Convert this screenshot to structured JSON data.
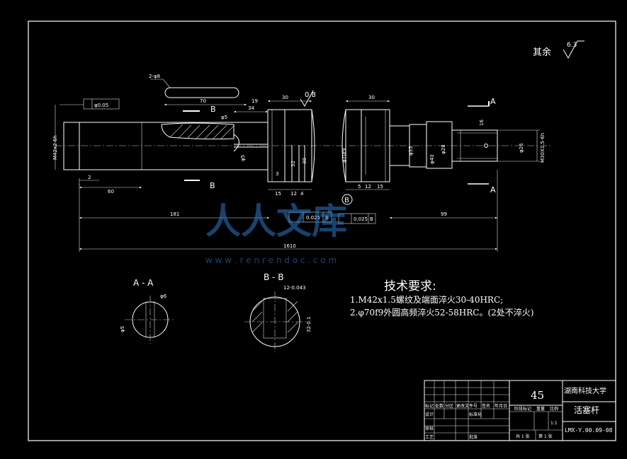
{
  "roughness": {
    "label": "其余",
    "value": "6.3"
  },
  "views": {
    "section_a": "A",
    "section_b": "B",
    "marker_b": "B",
    "title_aa": "A - A",
    "title_bb": "B - B"
  },
  "dimensions": {
    "thread_dim": "M42x2 6h",
    "phi005": "φ0.05",
    "d70": "70",
    "d34": "34",
    "d19": "19",
    "d5_top": "φ5",
    "d5_side": "φ5",
    "d2": "2",
    "d60": "60",
    "d181": "181",
    "d99": "99",
    "d1610": "1610",
    "d30a": "30",
    "d30b": "30",
    "roughness08": "0.8",
    "d32": "32",
    "d30v": "30",
    "d3": "3",
    "d15a": "15",
    "d12": "12",
    "d4": "4",
    "d15b": "15",
    "d12b": "12",
    "d5b": "5",
    "d70f9": "φ70f9",
    "d40": "φ40",
    "d28": "φ28",
    "d35": "φ35",
    "d26": "φ26",
    "d30x15": "M30X1.5-6h",
    "d16": "16",
    "tol1": "0.025",
    "tol2": "0.025",
    "tol_ref1": "B",
    "tol_ref2": "B",
    "key_label": "2-φ8",
    "aa_phi6": "φ6",
    "aa_phi5": "φ5",
    "bb_width": "12-0.043",
    "bb_depth": "32-0.1"
  },
  "requirements": {
    "heading": "技术要求:",
    "item1": "1.M42x1.5螺纹及端面淬火30-40HRC;",
    "item2": "2.φ70f9外圆高频淬火52-58HRC。(2处不淬火)"
  },
  "title_block": {
    "material": "45",
    "school": "湖南科技大学",
    "part_name": "活塞杆",
    "drawing_no": "LMX-Y.00.09-08",
    "labels": [
      "标记",
      "处数",
      "分区",
      "更改文件号",
      "签名",
      "年月日"
    ],
    "label_design": "设计",
    "label_std": "标准化",
    "label_review": "审核",
    "label_process": "工艺",
    "label_approve": "批准",
    "label_stage": "阶段标记",
    "label_weight": "重量",
    "label_scale": "比例",
    "scale_value": "1:1",
    "sheets": "共 1 张",
    "sheet_no": "第 1 张"
  },
  "watermark": {
    "brand": "人人文库",
    "url": "w w w . r e n r e n d o c . c o m"
  }
}
